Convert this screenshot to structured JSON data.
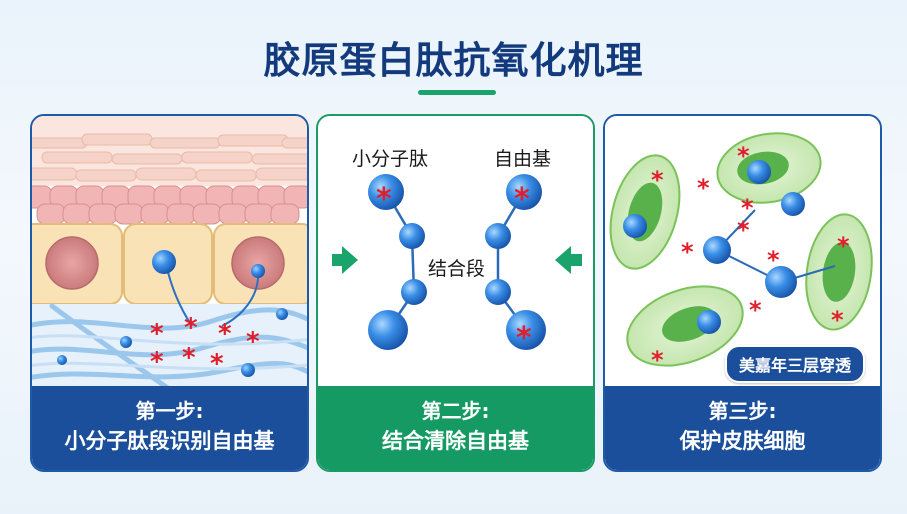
{
  "title": "胶原蛋白肽抗氧化机理",
  "accent_color": "#1aa46c",
  "primary_color": "#1b4f9c",
  "panels": [
    {
      "step": "第一步:",
      "description": "小分子肽段识别自由基",
      "footer_color": "#1b4f9c"
    },
    {
      "step": "第二步:",
      "description": "结合清除自由基",
      "footer_color": "#169a63",
      "labels": {
        "small_peptide": "小分子肽",
        "free_radical": "自由基",
        "binding_segment": "结合段"
      }
    },
    {
      "step": "第三步:",
      "description": "保护皮肤细胞",
      "footer_color": "#1b4f9c",
      "badge": "美嘉年三层穿透"
    }
  ]
}
